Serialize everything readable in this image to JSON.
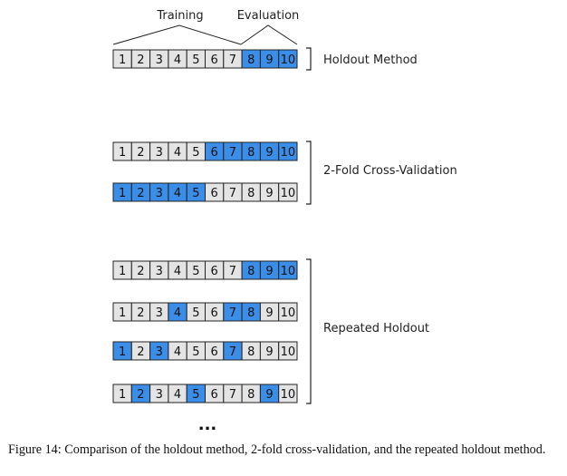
{
  "labels": {
    "training": "Training",
    "evaluation": "Evaluation",
    "holdout": "Holdout Method",
    "twofold": "2-Fold Cross-Validation",
    "repeated": "Repeated Holdout",
    "ellipsis": "..."
  },
  "colors": {
    "highlight": "#3b8ee8",
    "plain": "#e4e4e4",
    "border": "#222222"
  },
  "cells": [
    "1",
    "2",
    "3",
    "4",
    "5",
    "6",
    "7",
    "8",
    "9",
    "10"
  ],
  "rows": [
    {
      "name": "holdout-row",
      "highlighted": [
        8,
        9,
        10
      ]
    },
    {
      "name": "twofold-row-1",
      "highlighted": [
        6,
        7,
        8,
        9,
        10
      ]
    },
    {
      "name": "twofold-row-2",
      "highlighted": [
        1,
        2,
        3,
        4,
        5
      ]
    },
    {
      "name": "repeated-row-1",
      "highlighted": [
        8,
        9,
        10
      ]
    },
    {
      "name": "repeated-row-2",
      "highlighted": [
        4,
        7,
        8
      ]
    },
    {
      "name": "repeated-row-3",
      "highlighted": [
        1,
        3,
        7
      ]
    },
    {
      "name": "repeated-row-4",
      "highlighted": [
        2,
        5,
        9
      ]
    }
  ],
  "caption": "Figure 14: Comparison of the holdout method, 2-fold cross-validation, and the repeated holdout method."
}
